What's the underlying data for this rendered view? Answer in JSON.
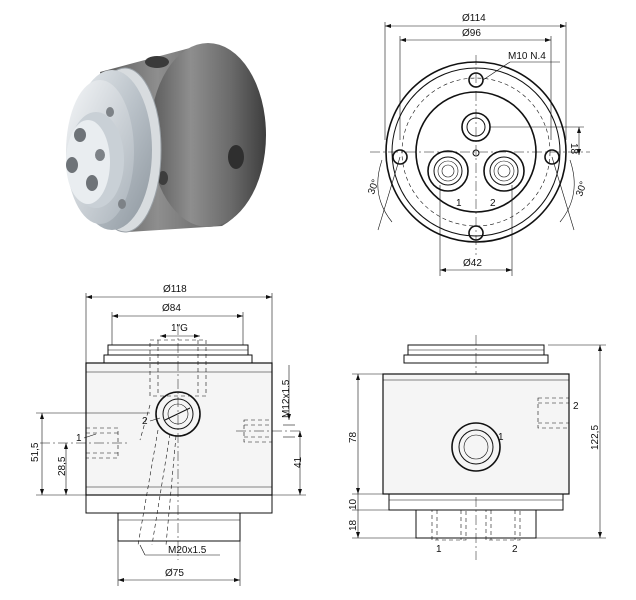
{
  "top_view": {
    "dim_d114": "Ø114",
    "dim_d96": "Ø96",
    "dim_m10": "M10 N.4",
    "dim_18": "18",
    "dim_30_left": "30°",
    "dim_30_right": "30°",
    "dim_d42": "Ø42",
    "port_1": "1",
    "port_2": "2"
  },
  "front_view": {
    "dim_d118": "Ø118",
    "dim_d84": "Ø84",
    "dim_thread_g": "1\"G",
    "dim_m12": "M12x1.5",
    "dim_51_5": "51,5",
    "dim_28_5": "28,5",
    "dim_41": "41",
    "dim_m20": "M20x1.5",
    "dim_d75": "Ø75",
    "label_1": "1",
    "label_2": "2"
  },
  "side_view": {
    "dim_78": "78",
    "dim_10": "10",
    "dim_18": "18",
    "dim_122_5": "122,5",
    "label_1": "1",
    "label_2": "2",
    "label_2_side": "2",
    "label_1_center": "1"
  }
}
